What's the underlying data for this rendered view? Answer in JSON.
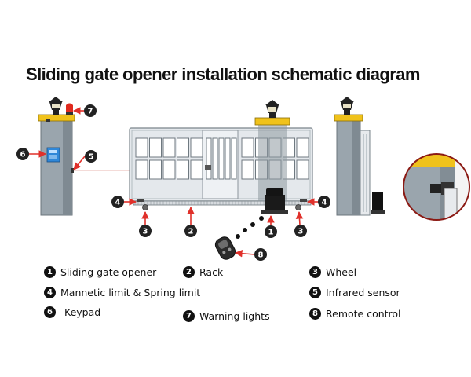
{
  "title": "Sliding gate opener installation schematic diagram",
  "callouts": {
    "warning_light": "7",
    "keypad": "6",
    "infrared_sensor": "5",
    "limit_left": "4",
    "limit_right": "4",
    "wheel_left": "3",
    "wheel_right": "3",
    "rack": "2",
    "opener": "1",
    "remote": "8"
  },
  "legend": [
    {
      "num": "1",
      "label": "Sliding gate opener"
    },
    {
      "num": "2",
      "label": "Rack"
    },
    {
      "num": "3",
      "label": "Wheel"
    },
    {
      "num": "4",
      "label": "Mannetic limit  & Spring limit"
    },
    {
      "num": "5",
      "label": "Infrared sensor"
    },
    {
      "num": "6",
      "label": "Keypad"
    },
    {
      "num": "7",
      "label": "Warning lights"
    },
    {
      "num": "8",
      "label": "Remote control"
    }
  ],
  "colors": {
    "arrow": "#e0302a",
    "badge": "#111111",
    "pillar": "#9aa5ad",
    "cap": "#f0c21b",
    "gate_frame": "#e4e8ec",
    "motor": "#141414"
  }
}
